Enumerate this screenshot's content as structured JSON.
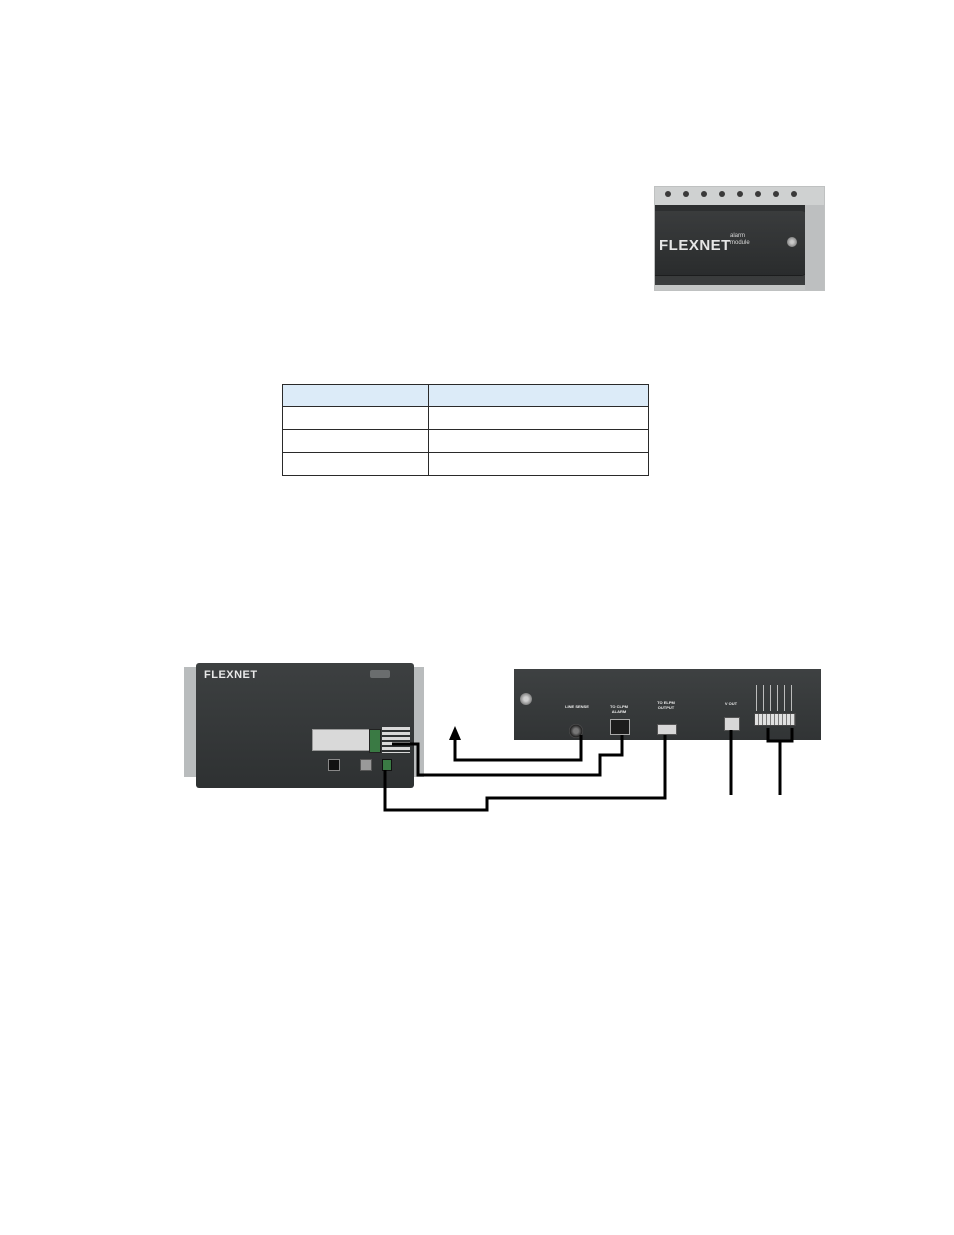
{
  "module_photo": {
    "brand": "FLEXNET",
    "sub_line1": "alarm",
    "sub_line2": "module"
  },
  "spec_table": {
    "header": [
      "",
      ""
    ],
    "rows": [
      [
        "",
        ""
      ],
      [
        "",
        ""
      ],
      [
        "",
        ""
      ]
    ]
  },
  "diagram": {
    "left_device": {
      "brand": "FLEXNET"
    },
    "right_device": {
      "ports": {
        "line_sense": "LINE SENSE",
        "to_clpm_alarm_1": "TO CLPM",
        "to_clpm_alarm_2": "ALARM",
        "to_elpm_output_1": "TO ELPM",
        "to_elpm_output_2": "OUTPUT",
        "v_out": "V OUT"
      }
    },
    "colors": {
      "device_body": "#313435",
      "wire": "#000000",
      "header_fill": "#dcebf8"
    }
  }
}
